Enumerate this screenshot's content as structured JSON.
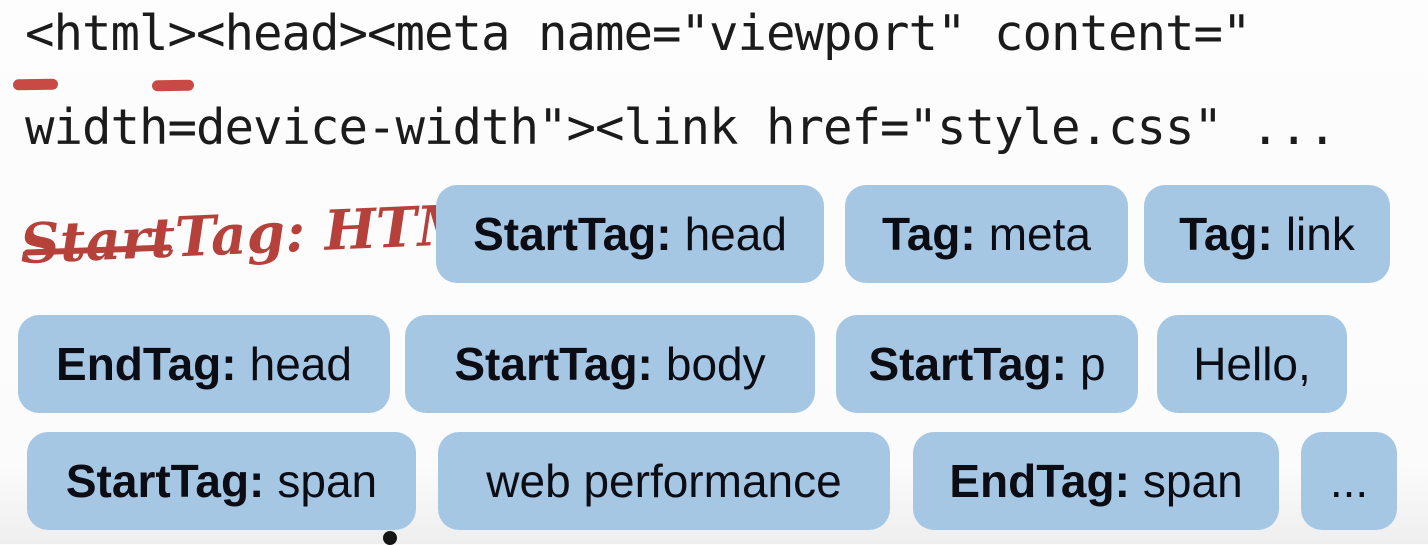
{
  "code": {
    "line1": "<html><head><meta name=\"viewport\" content=\"",
    "line2": "width=device-width\"><link href=\"style.css\" ..."
  },
  "annotation": {
    "text": "StartTag: HTML"
  },
  "colors": {
    "token_background": "#a6c7e4",
    "token_text": "#0c0c14",
    "code_text": "#1b1b1b",
    "pen_red": "#b5413a"
  },
  "tokens": {
    "rows": [
      [
        {
          "label": "StartTag:",
          "value": "head"
        },
        {
          "label": "Tag:",
          "value": "meta"
        },
        {
          "label": "Tag:",
          "value": "link"
        }
      ],
      [
        {
          "label": "EndTag:",
          "value": "head"
        },
        {
          "label": "StartTag:",
          "value": "body"
        },
        {
          "label": "StartTag:",
          "value": "p"
        },
        {
          "label": "",
          "value": "Hello,"
        }
      ],
      [
        {
          "label": "StartTag:",
          "value": "span"
        },
        {
          "label": "",
          "value": "web performance"
        },
        {
          "label": "EndTag:",
          "value": "span"
        },
        {
          "label": "",
          "value": "..."
        }
      ]
    ]
  }
}
